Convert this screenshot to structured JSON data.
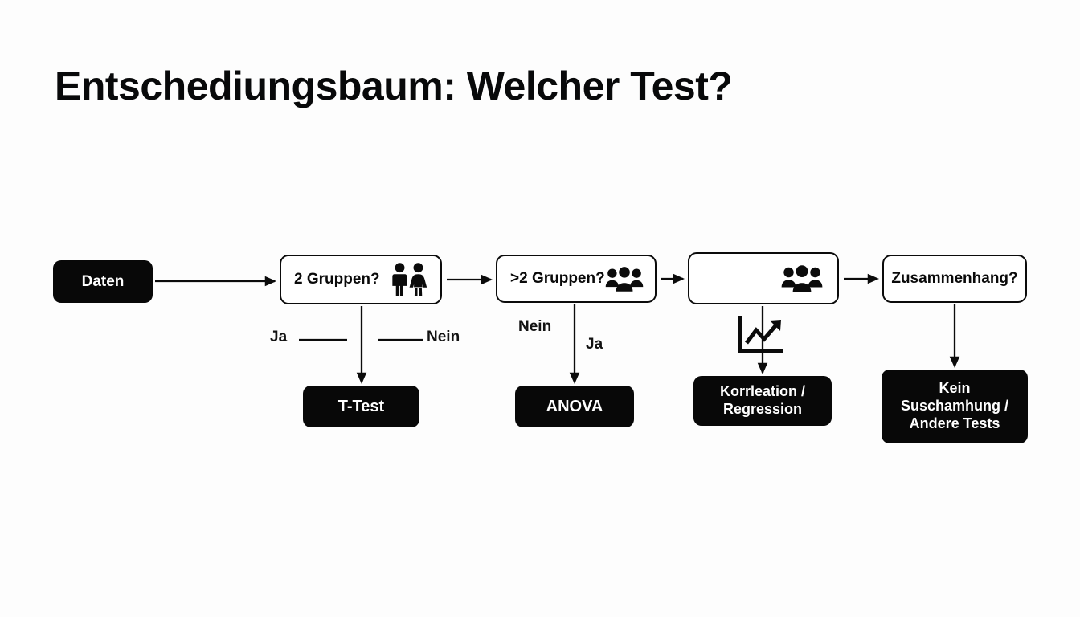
{
  "title": "Entschediungsbaum: Welcher Test?",
  "colors": {
    "background": "#fdfdfd",
    "ink": "#080808",
    "box_fill_solid": "#080808",
    "box_text_solid": "#ffffff",
    "box_outline": "#0b0b0b"
  },
  "diagram": {
    "type": "decision-tree-flowchart",
    "nodes": [
      {
        "id": "daten",
        "label": "Daten",
        "style": "solid",
        "icon": null
      },
      {
        "id": "q1",
        "label": "2 Gruppen?",
        "style": "outline",
        "icon": "man-woman-icon"
      },
      {
        "id": "q2",
        "label": ">2 Gruppen?",
        "style": "outline",
        "icon": "group-people-icon"
      },
      {
        "id": "q3",
        "label": "",
        "style": "outline",
        "icon": "group-people-icon"
      },
      {
        "id": "q4",
        "label": "Zusammenhang?",
        "style": "outline",
        "icon": null
      },
      {
        "id": "ttest",
        "label": "T-Test",
        "style": "solid",
        "icon": null
      },
      {
        "id": "anova",
        "label": "ANOVA",
        "style": "solid",
        "icon": null
      },
      {
        "id": "korr",
        "label": "Korrleation /\nRegression",
        "style": "solid",
        "icon": null
      },
      {
        "id": "kein",
        "label": "Kein\nSuschamhung /\nAndere Tests",
        "style": "solid",
        "icon": null
      }
    ],
    "edge_labels": {
      "q1_left": "Ja",
      "q1_right": "Nein",
      "q2_left": "Nein",
      "q2_right": "Ja"
    },
    "icons": {
      "chart": "line-chart-up-icon"
    }
  }
}
